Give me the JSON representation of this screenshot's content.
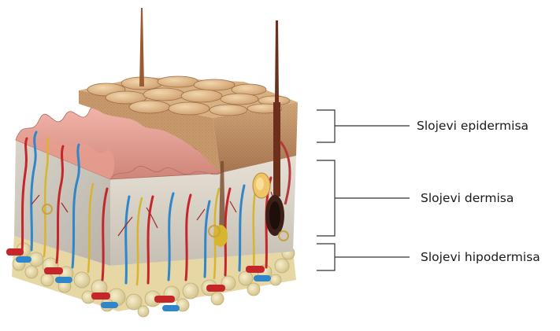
{
  "labels": {
    "epidermis": "Slojevi epidermisa",
    "dermis": "Slojevi dermisa",
    "hypodermis": "Slojevi hipodermisa"
  },
  "colors": {
    "epidermis_top": "#e3bf8f",
    "epidermis_side": "#c99a6d",
    "dermis": "#cdc8bf",
    "papillae": "#e9a69b",
    "fat": "#e8dcae",
    "artery": "#c4262a",
    "vein": "#2f86c9",
    "nerve": "#d7b52d",
    "hair": "#6b2f1c",
    "bracket": "#333333"
  }
}
